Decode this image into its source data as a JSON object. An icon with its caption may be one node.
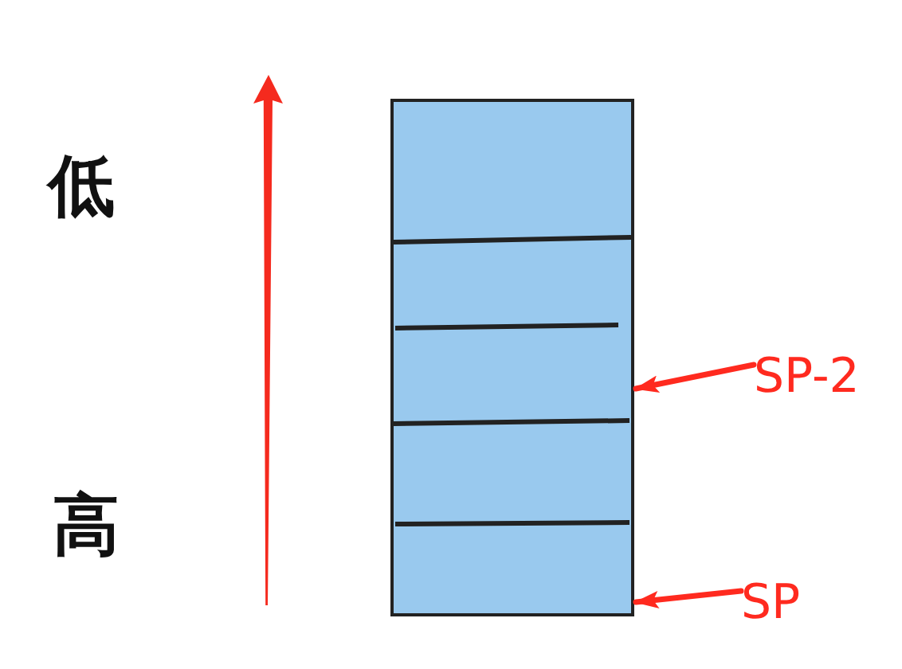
{
  "diagram": {
    "nodes": [
      {
        "text": [],
        "shape": "box"
      },
      {
        "text": [
          "SP-2"
        ]
      },
      {
        "text": [
          "SP"
        ]
      }
    ],
    "edges": [
      {
        "from": 1,
        "to": 0,
        "arrow": "to"
      },
      {
        "from": 2,
        "to": 0,
        "arrow": "to"
      }
    ],
    "labels": [
      "低",
      "高"
    ]
  }
}
